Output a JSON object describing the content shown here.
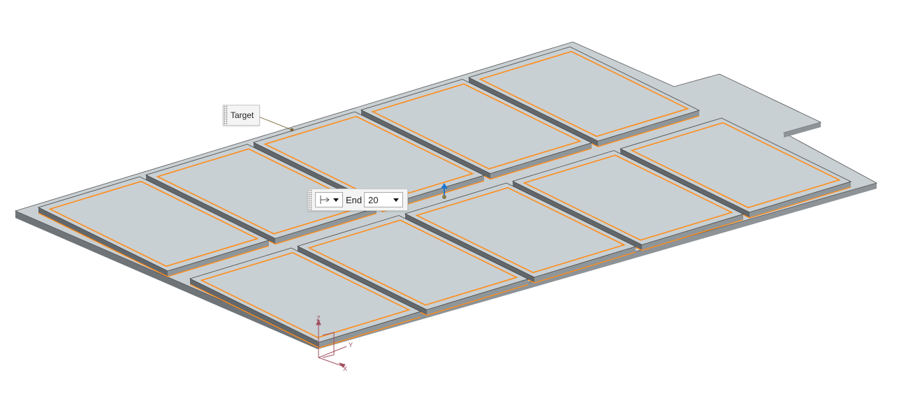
{
  "annotation": {
    "target_label": "Target"
  },
  "dimension_toolbar": {
    "direction_icon": "arrow-from-bar-icon",
    "end_label": "End",
    "end_value": "20"
  },
  "triad": {
    "x": "X",
    "y": "Y",
    "z": "Z"
  },
  "colors": {
    "plate": "#c9d0d3",
    "edge": "#ff8c1a",
    "side": "#7d8387"
  }
}
